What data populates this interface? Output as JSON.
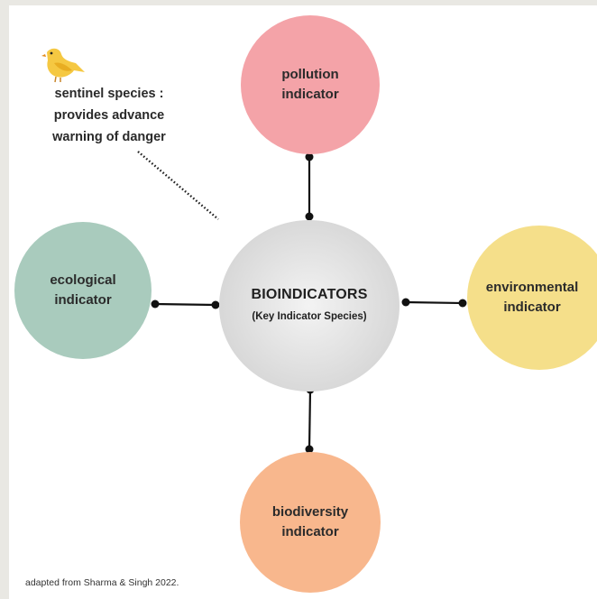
{
  "center": {
    "title": "BIOINDICATORS",
    "subtitle": "(Key Indicator Species)",
    "color": "#d9d9d9"
  },
  "nodes": {
    "top": {
      "label_lines": [
        "pollution",
        "indicator"
      ],
      "color": "#f4a3a8"
    },
    "left": {
      "label_lines": [
        "ecological",
        "indicator"
      ],
      "color": "#a9cbbd"
    },
    "right": {
      "label_lines": [
        "environmental",
        "indicator"
      ],
      "color": "#f5df8a"
    },
    "bottom": {
      "label_lines": [
        "biodiversity",
        "indicator"
      ],
      "color": "#f8b78d"
    }
  },
  "sentinel": {
    "lines": [
      "sentinel species :",
      "provides advance",
      "warning of danger"
    ],
    "icon": "yellow-bird-icon",
    "icon_color": "#f5c842"
  },
  "caption": "adapted from Sharma & Singh 2022.",
  "connector_color": "#111111"
}
